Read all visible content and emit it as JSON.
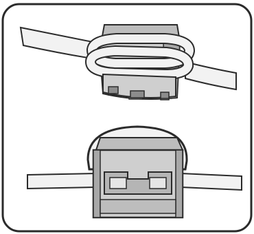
{
  "figure": {
    "panel_icon": "rounded-frame",
    "items": [
      {
        "id": "top",
        "icon": "ferrite-core-clamp-with-cable-loop"
      },
      {
        "id": "bottom",
        "icon": "ferrite-core-clamp-closed-on-cable"
      }
    ],
    "colors": {
      "outline": "#2b2b2b",
      "cable": "#f2f2f2",
      "core": "#cfcfcf",
      "core_shade": "#a8a8a8",
      "core_dark": "#8c8c8c",
      "background": "#ffffff"
    }
  }
}
